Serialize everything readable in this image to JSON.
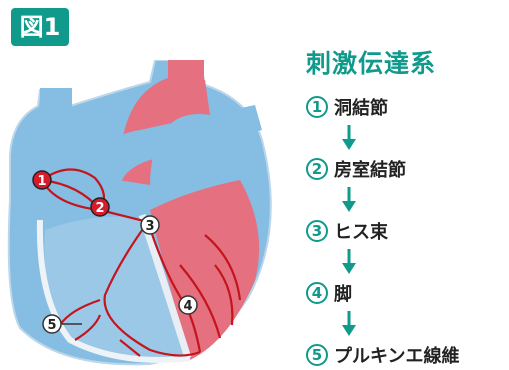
{
  "figure_label": "図1",
  "title": "刺激伝達系",
  "steps": [
    {
      "num": "1",
      "label": "洞結節"
    },
    {
      "num": "2",
      "label": "房室結節"
    },
    {
      "num": "3",
      "label": "ヒス束"
    },
    {
      "num": "4",
      "label": "脚"
    },
    {
      "num": "5",
      "label": "プルキンエ線維"
    }
  ],
  "heart_markers": [
    "1",
    "2",
    "3",
    "4",
    "5"
  ],
  "colors": {
    "accent": "#0f9a8c",
    "blood_blue": "#86bde3",
    "blood_red": "#e5707f",
    "conduction": "#c4141c"
  }
}
